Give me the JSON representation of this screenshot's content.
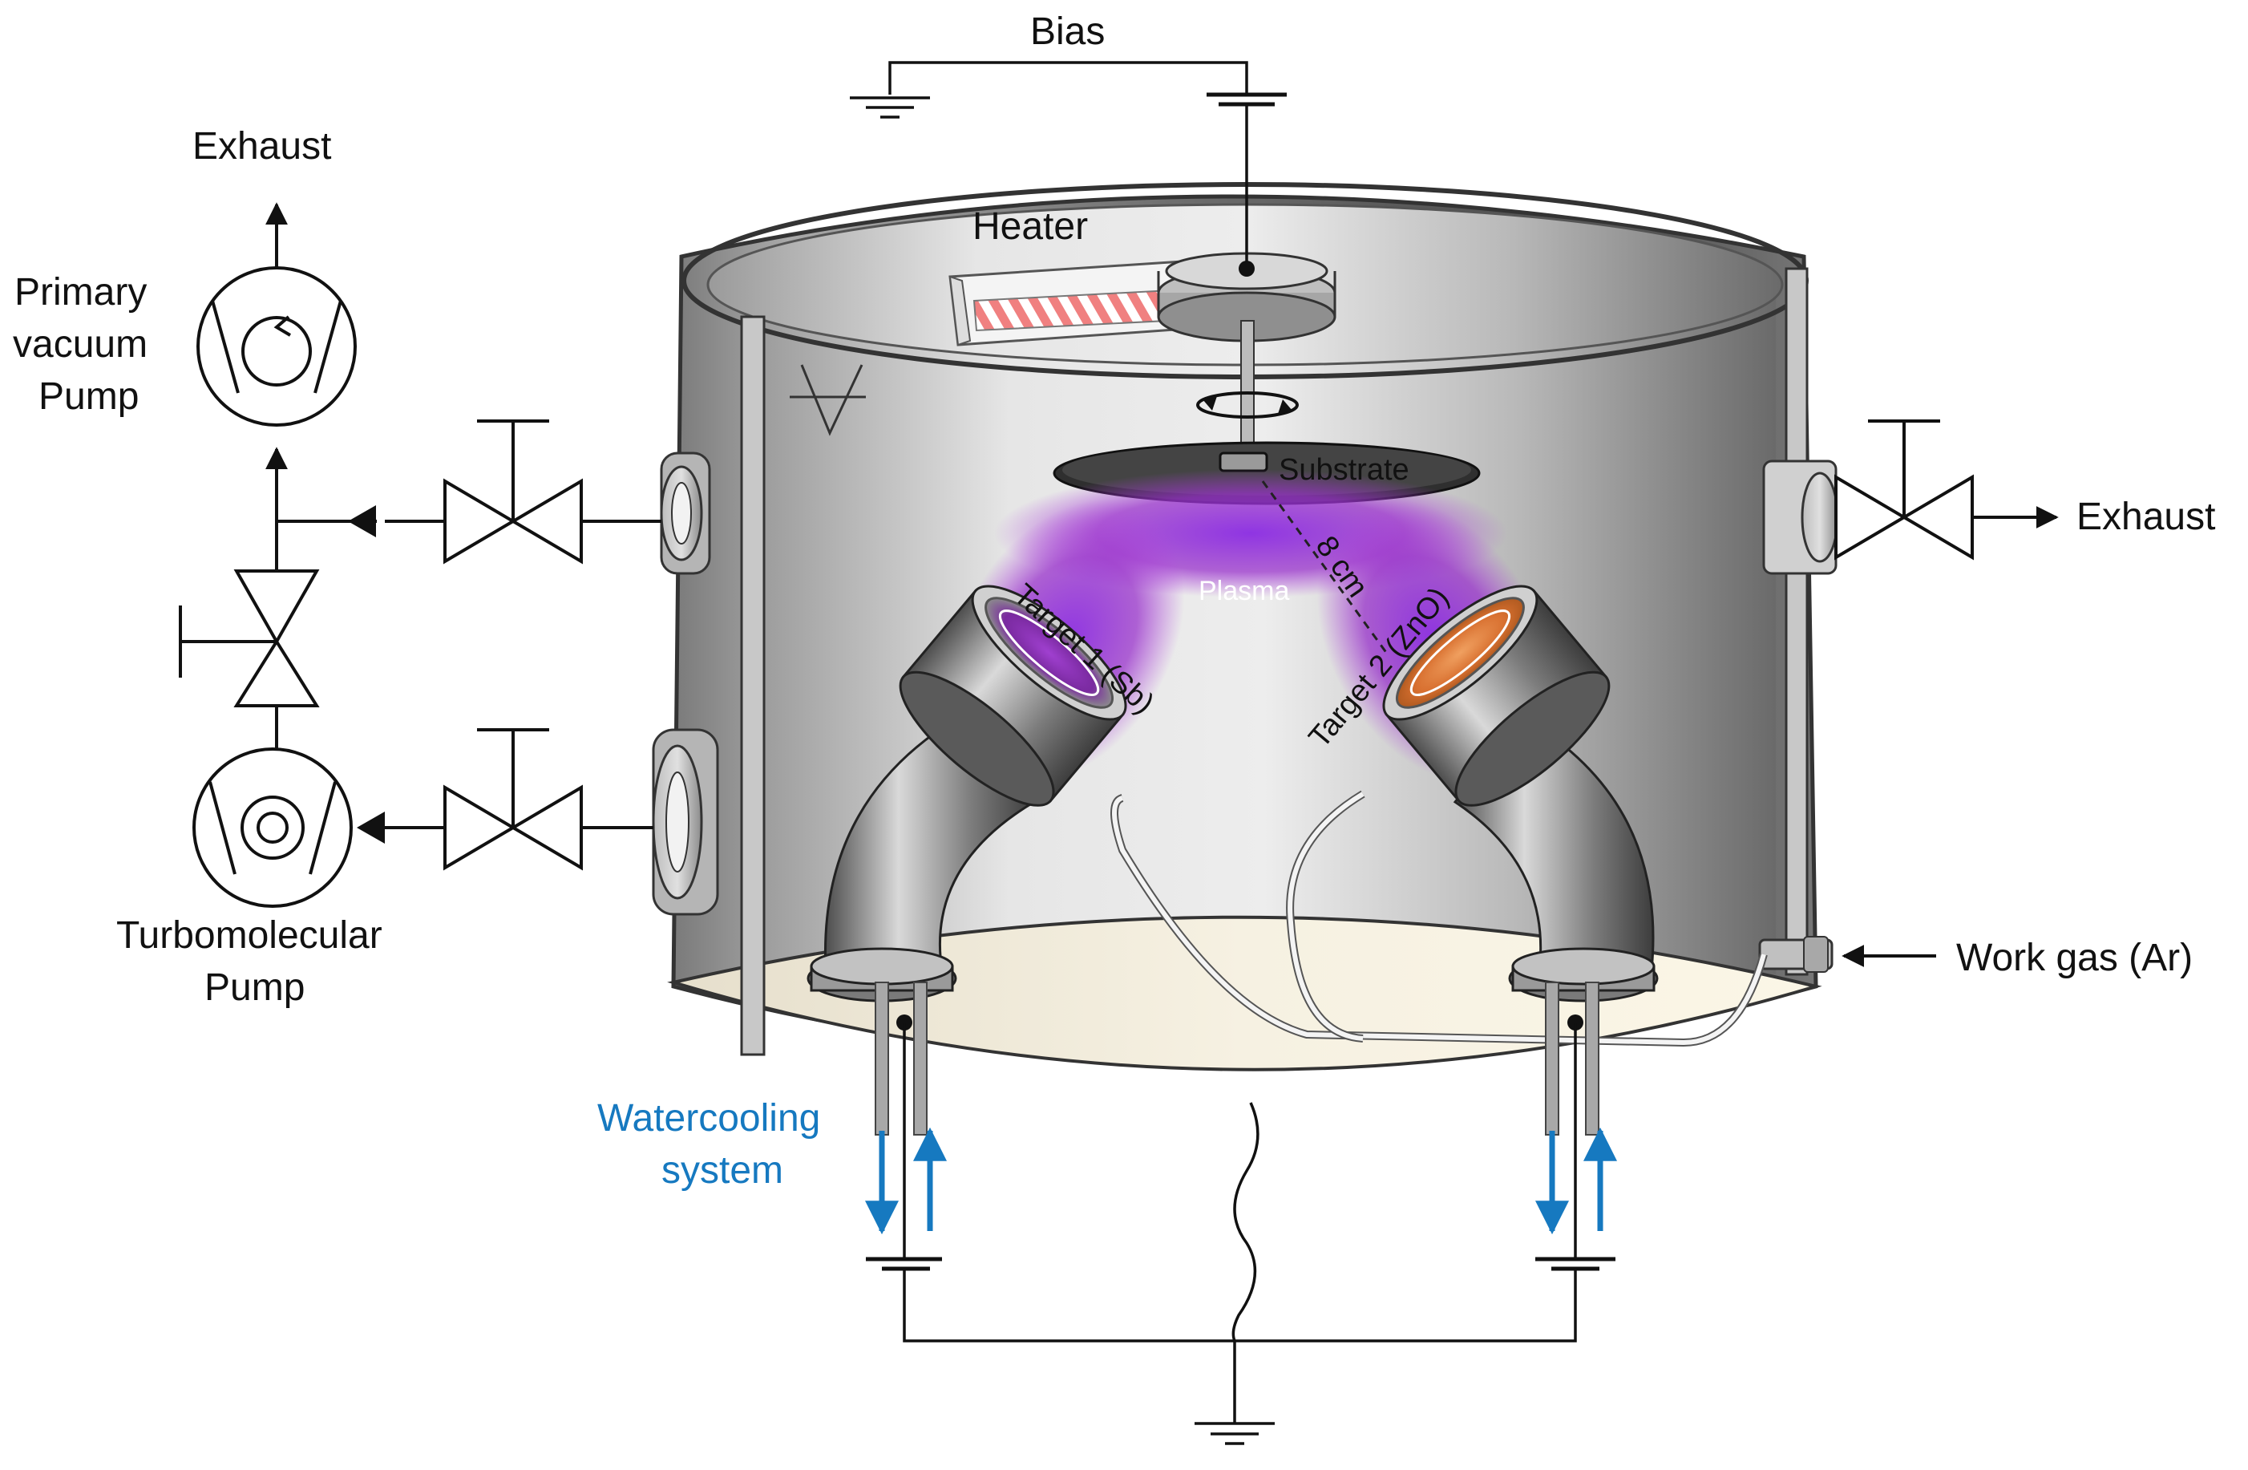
{
  "labels": {
    "bias": "Bias",
    "exhaust_left": "Exhaust",
    "exhaust_right": "Exhaust",
    "primary_pump_line1": "Primary",
    "primary_pump_line2": "vacuum",
    "primary_pump_line3": "Pump",
    "turbo_pump_line1": "Turbomolecular",
    "turbo_pump_line2": "Pump",
    "heater": "Heater",
    "substrate": "Substrate",
    "plasma": "Plasma",
    "distance": "8 cm",
    "target1": "Target 1 (Sb)",
    "target2": "Target 2 (ZnO)",
    "work_gas": "Work gas (Ar)",
    "watercooling_line1": "Watercooling",
    "watercooling_line2": "system"
  },
  "colors": {
    "plasma": "#8a2be2",
    "water_arrow": "#1679c0",
    "heater_stripes": "#f08080",
    "target2_face": "#e08040",
    "chamber_metal": "#8c8c8c"
  }
}
